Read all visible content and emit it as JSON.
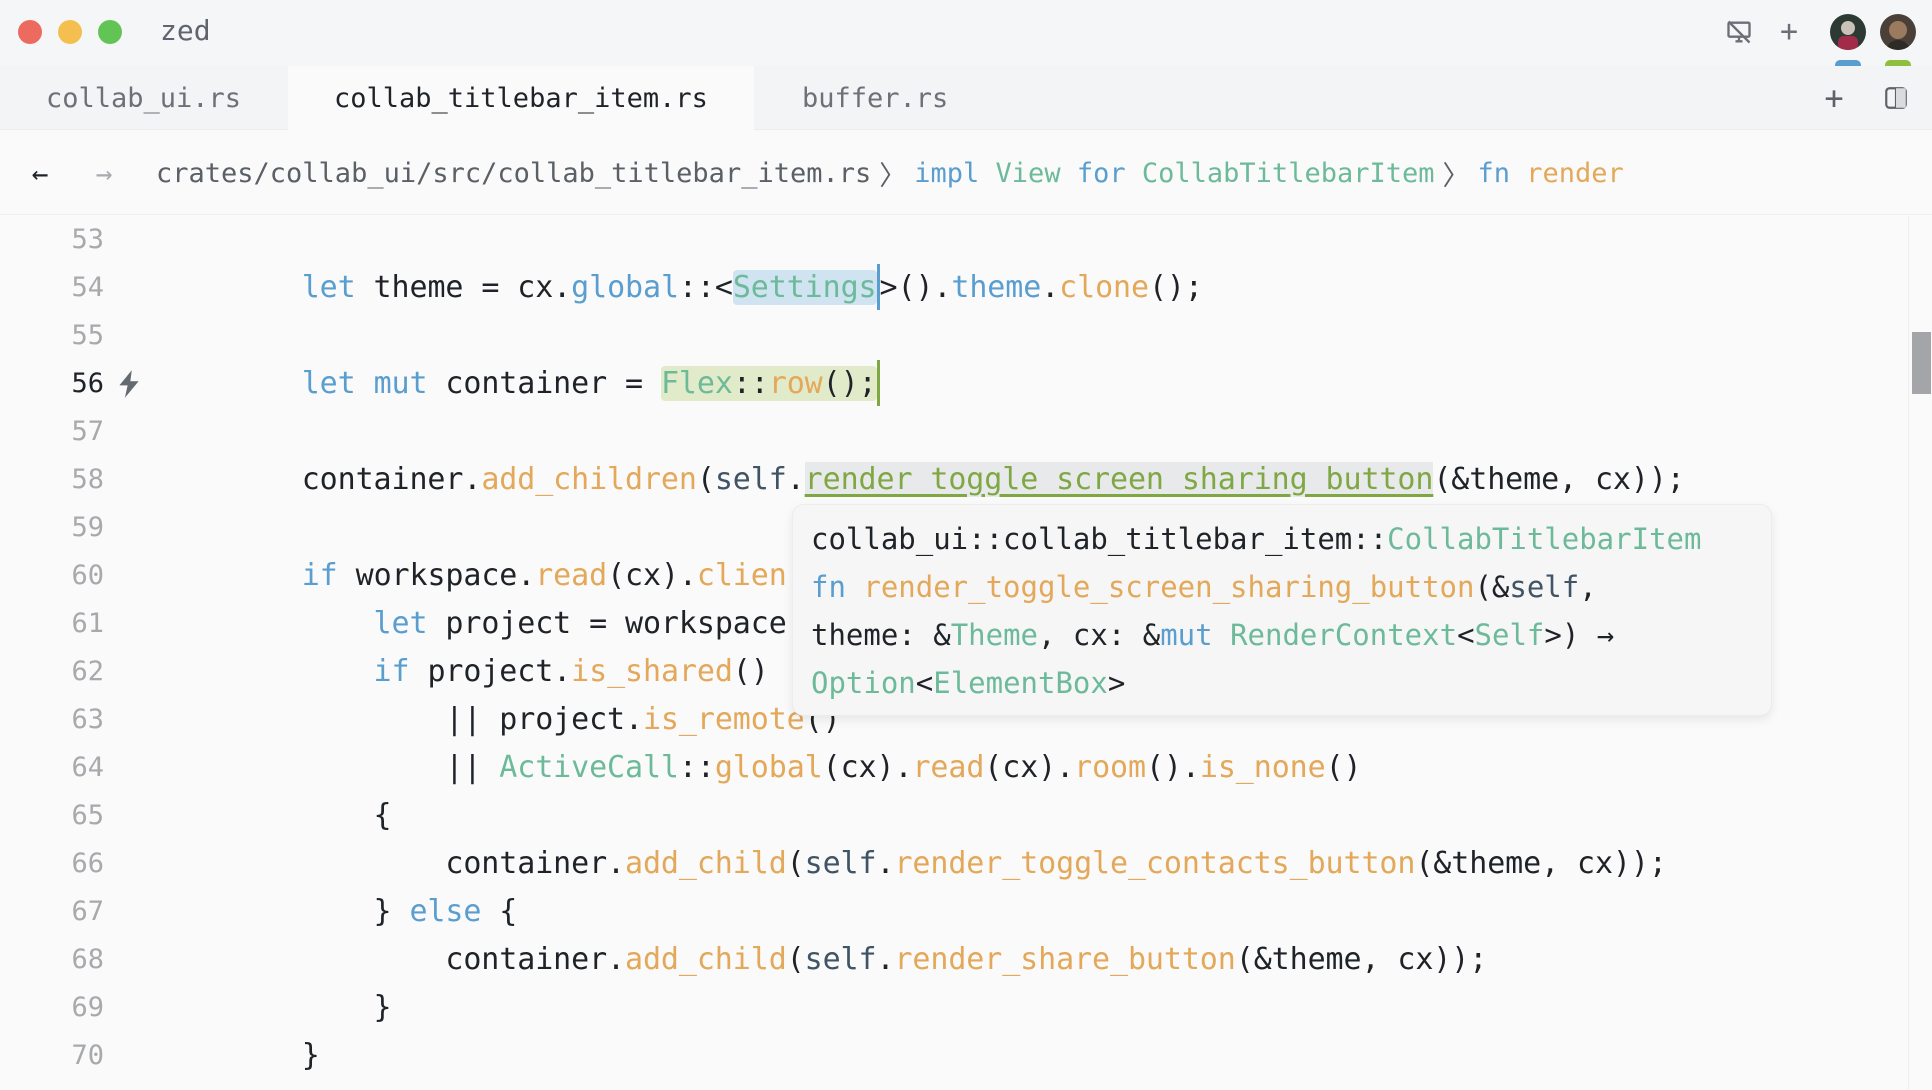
{
  "window": {
    "app_title": "zed",
    "traffic_lights": [
      "close",
      "minimize",
      "maximize"
    ],
    "titlebar_actions": [
      {
        "name": "toggle-screen-share",
        "icon": "screen-share-off-icon"
      },
      {
        "name": "add-participant",
        "icon": "plus-icon",
        "glyph": "+"
      }
    ],
    "collaborators": [
      {
        "name": "collaborator-1",
        "indicator_color": "#5a9ecf"
      },
      {
        "name": "collaborator-2",
        "indicator_color": "#8fbf3f"
      }
    ]
  },
  "tabs": [
    {
      "label": "collab_ui.rs",
      "active": false
    },
    {
      "label": "collab_titlebar_item.rs",
      "active": true
    },
    {
      "label": "buffer.rs",
      "active": false
    }
  ],
  "tab_actions": {
    "new_tab": "+",
    "split_pane": "split-pane-icon"
  },
  "toolbar": {
    "back": "←",
    "forward": "→",
    "breadcrumb": {
      "path": "crates/collab_ui/src/collab_titlebar_item.rs",
      "separator": "〉",
      "impl_kw": "impl",
      "trait": "View",
      "for_kw": "for",
      "type": "CollabTitlebarItem",
      "fn_kw": "fn",
      "fn_name": "render"
    }
  },
  "editor": {
    "current_line": 56,
    "line_numbers": [
      "53",
      "54",
      "55",
      "56",
      "57",
      "58",
      "59",
      "60",
      "61",
      "62",
      "63",
      "64",
      "65",
      "66",
      "67",
      "68",
      "69",
      "70"
    ],
    "lines": {
      "l54": {
        "a": "        ",
        "let": "let",
        "b": " theme = cx.",
        "global": "global",
        "c": "::<",
        "settings": "Settings",
        "d": ">().",
        "theme": "theme",
        "e": ".",
        "clone": "clone",
        "f": "();"
      },
      "l56": {
        "a": "        ",
        "let": "let",
        "sp": " ",
        "mut": "mut",
        "b": " container = ",
        "flex": "Flex",
        "c": "::",
        "row": "row",
        "d": "();"
      },
      "l58": {
        "a": "        container.",
        "add_children": "add_children",
        "b": "(",
        "self": "self",
        "c": ".",
        "ref": "render_toggle_screen_sharing_button",
        "d": "(&theme, cx));"
      },
      "l60": {
        "a": "        ",
        "if": "if",
        "b": " workspace.",
        "read": "read",
        "c": "(cx).",
        "clien": "clien"
      },
      "l61": {
        "a": "            ",
        "let": "let",
        "b": " project = workspace"
      },
      "l62": {
        "a": "            ",
        "if": "if",
        "b": " project.",
        "is_shared": "is_shared",
        "c": "()"
      },
      "l63": {
        "a": "                || project.",
        "is_remote": "is_remote",
        "c": "()"
      },
      "l64": {
        "a": "                || ",
        "activecall": "ActiveCall",
        "b": "::",
        "global": "global",
        "c": "(cx).",
        "read": "read",
        "d": "(cx).",
        "room": "room",
        "e": "().",
        "is_none": "is_none",
        "f": "()"
      },
      "l65": {
        "a": "            {"
      },
      "l66": {
        "a": "                container.",
        "add_child": "add_child",
        "b": "(",
        "self": "self",
        "c": ".",
        "fn": "render_toggle_contacts_button",
        "d": "(&theme, cx));"
      },
      "l67": {
        "a": "            } ",
        "else": "else",
        "b": " {"
      },
      "l68": {
        "a": "                container.",
        "add_child": "add_child",
        "b": "(",
        "self": "self",
        "c": ".",
        "fn": "render_share_button",
        "d": "(&theme, cx));"
      },
      "l69": {
        "a": "            }"
      },
      "l70": {
        "a": "        }"
      }
    },
    "colors": {
      "keyword": "#5a9ecf",
      "function": "#e3a859",
      "type": "#6dba9a",
      "self": "#405466",
      "cursor_blue": "#5a9ecf",
      "cursor_green": "#7fa845"
    }
  },
  "hover_popover": {
    "line1": {
      "path": "collab_ui::collab_titlebar_item::",
      "type": "CollabTitlebarItem"
    },
    "line2": {
      "fn": "fn",
      "name": " render_toggle_screen_sharing_button",
      "a": "(&",
      "self": "self",
      "b": ","
    },
    "line3": {
      "a": "theme: &",
      "theme_ty": "Theme",
      "b": ", cx: &",
      "mut": "mut",
      "sp": " ",
      "rc": "RenderContext",
      "c": "<",
      "self_ty": "Self",
      "d": ">) →"
    },
    "line4": {
      "option": "Option",
      "a": "<",
      "eb": "ElementBox",
      "b": ">"
    }
  }
}
